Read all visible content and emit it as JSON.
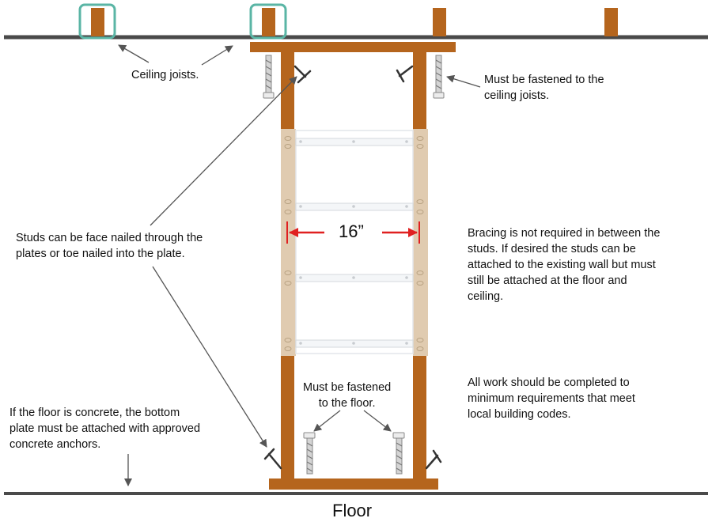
{
  "labels": {
    "ceiling_joists": "Ceiling joists.",
    "fasten_ceiling": "Must be fastened to the\nceiling joists.",
    "studs_nailed": "Studs can be face nailed through the\nplates or toe nailed into the plate.",
    "spacing": "16”",
    "bracing": "Bracing is not required in between the\nstuds. If desired the studs can be\nattached to the existing wall but must\nstill be attached at the floor and\nceiling.",
    "fasten_floor": "Must be fastened\nto the floor.",
    "building_codes": "All work should be completed to\nminimum requirements that meet\nlocal building codes.",
    "concrete": "If the floor is concrete, the bottom\nplate must be attached with approved\nconcrete anchors.",
    "floor": "Floor"
  },
  "colors": {
    "wood": "#b5651d",
    "joist_highlight": "#5ab5a5",
    "shelf_panel": "#e0cbb0",
    "dimension_marker": "#e02020",
    "line": "#4a4a4a",
    "arrow": "#555555"
  }
}
